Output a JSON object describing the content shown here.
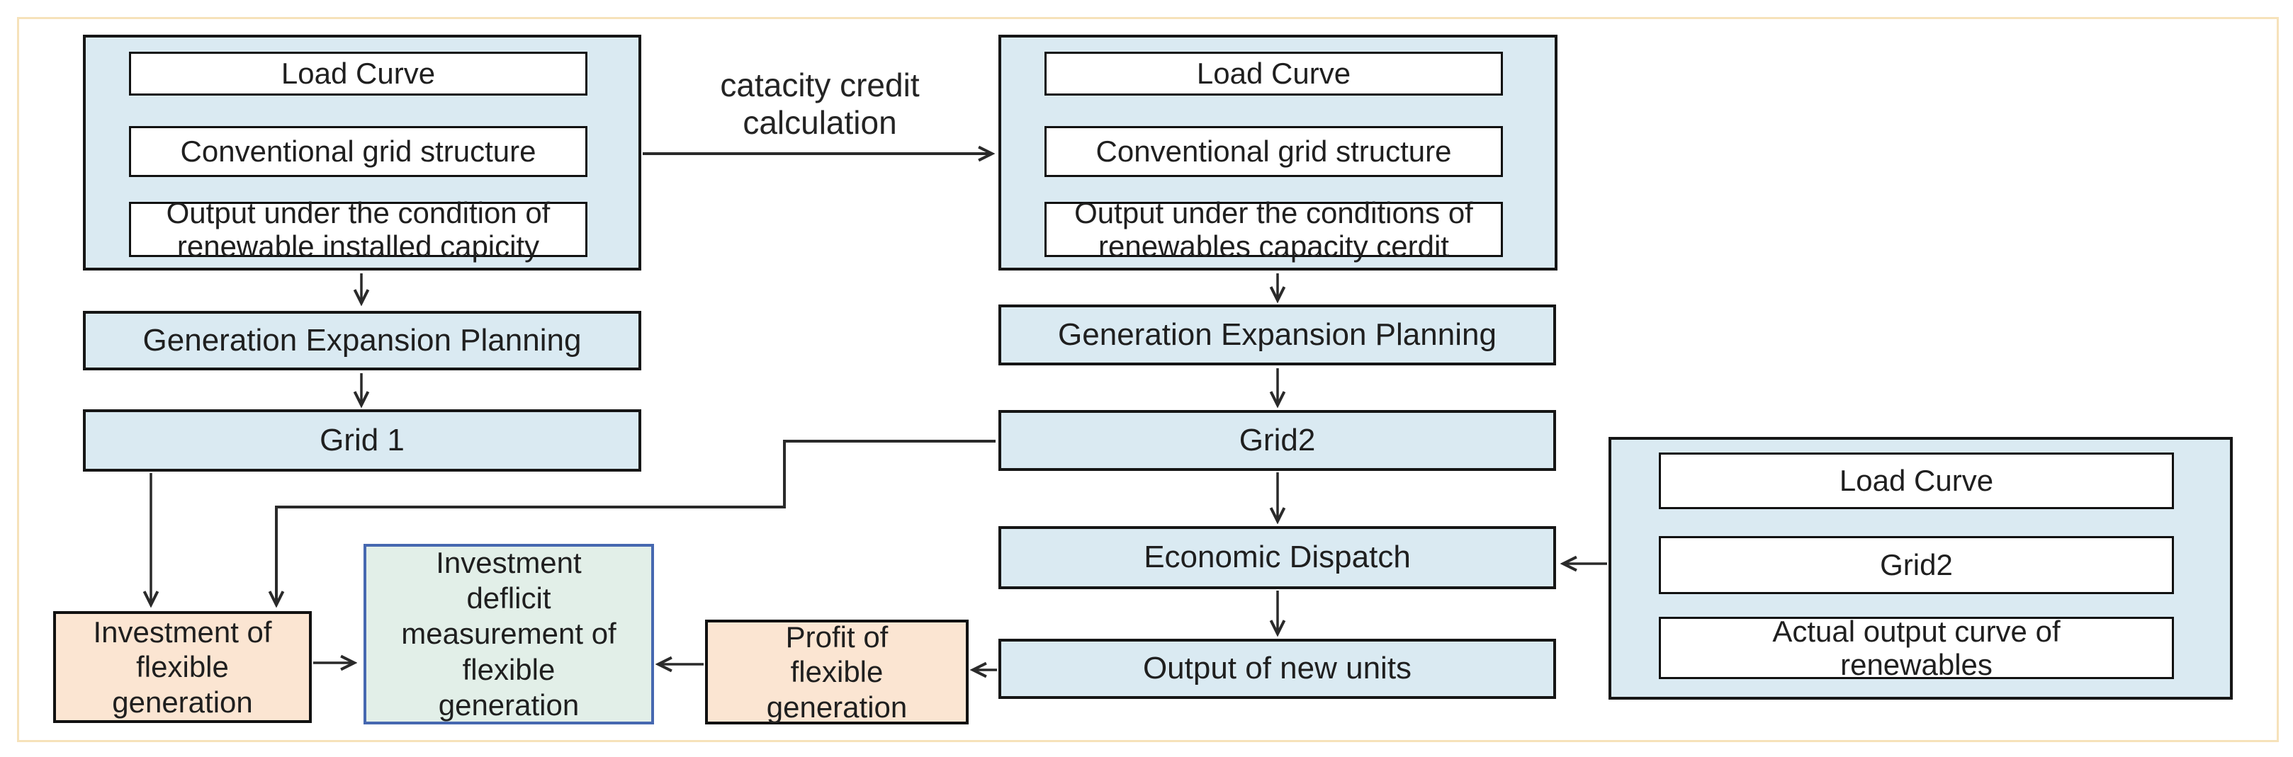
{
  "figure": {
    "capacity_label": "catacity credit\ncalculation"
  },
  "colors": {
    "panel_fill": "#daeaf2",
    "peach_fill": "#fbe5d2",
    "mint_fill": "#e2efe8",
    "mint_border": "#4668b0",
    "frame_border": "#f6e2ba",
    "arrow": "#2a2a2a"
  },
  "panels": {
    "left": {
      "items": [
        "Load Curve",
        "Conventional grid structure",
        "Output under the condition of\nrenewable installed capicity"
      ]
    },
    "right": {
      "items": [
        "Load Curve",
        "Conventional grid structure",
        "Output under the conditions of\nrenewables capacity cerdit"
      ]
    },
    "dispatch": {
      "items": [
        "Load Curve",
        "Grid2",
        "Actual output curve of\nrenewables"
      ]
    }
  },
  "boxes": {
    "gep_left": "Generation Expansion Planning",
    "grid1": "Grid 1",
    "gep_right": "Generation Expansion Planning",
    "grid2": "Grid2",
    "economic_dispatch": "Economic Dispatch",
    "output_new_units": "Output of new units",
    "investment": "Investment of\nflexible\ngeneration",
    "deficit_measurement": "Investment\ndeflicit\nmeasurement of\nflexible\ngeneration",
    "profit": "Profit of\nflexible\ngeneration"
  }
}
